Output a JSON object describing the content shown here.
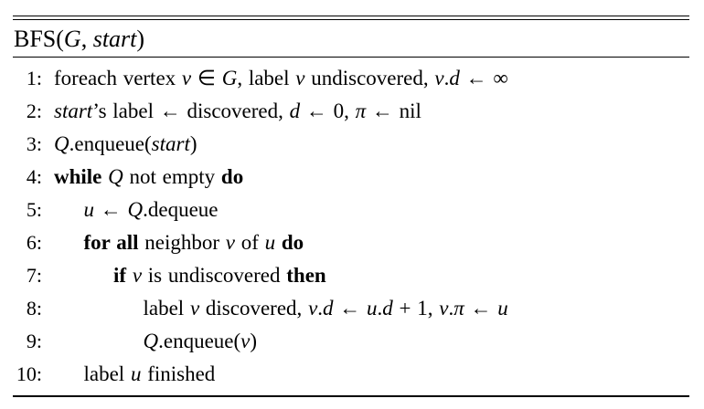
{
  "colors": {
    "background": "#ffffff",
    "text": "#000000",
    "rule": "#000000"
  },
  "algorithm": {
    "name": "BFS",
    "title_segments": [
      {
        "s": "r",
        "t": "BFS("
      },
      {
        "s": "i",
        "t": "G"
      },
      {
        "s": "r",
        "t": ", "
      },
      {
        "s": "i",
        "t": "start"
      },
      {
        "s": "r",
        "t": ")"
      }
    ],
    "lines": [
      {
        "number": "1:",
        "indent": 0,
        "segments": [
          {
            "s": "r",
            "t": "foreach vertex "
          },
          {
            "s": "i",
            "t": "v"
          },
          {
            "s": "r",
            "t": " ∈ "
          },
          {
            "s": "i",
            "t": "G"
          },
          {
            "s": "r",
            "t": ", label "
          },
          {
            "s": "i",
            "t": "v"
          },
          {
            "s": "r",
            "t": " undiscovered, "
          },
          {
            "s": "i",
            "t": "v"
          },
          {
            "s": "r",
            "t": "."
          },
          {
            "s": "i",
            "t": "d"
          },
          {
            "s": "r",
            "t": " ← ∞"
          }
        ]
      },
      {
        "number": "2:",
        "indent": 0,
        "segments": [
          {
            "s": "i",
            "t": "start"
          },
          {
            "s": "r",
            "t": "’s label ← discovered, "
          },
          {
            "s": "i",
            "t": "d"
          },
          {
            "s": "r",
            "t": " ← 0, "
          },
          {
            "s": "i",
            "t": "π"
          },
          {
            "s": "r",
            "t": " ← nil"
          }
        ]
      },
      {
        "number": "3:",
        "indent": 0,
        "segments": [
          {
            "s": "i",
            "t": "Q"
          },
          {
            "s": "r",
            "t": ".enqueue("
          },
          {
            "s": "i",
            "t": "start"
          },
          {
            "s": "r",
            "t": ")"
          }
        ]
      },
      {
        "number": "4:",
        "indent": 0,
        "segments": [
          {
            "s": "b",
            "t": "while "
          },
          {
            "s": "i",
            "t": "Q"
          },
          {
            "s": "r",
            "t": " not empty "
          },
          {
            "s": "b",
            "t": "do"
          }
        ]
      },
      {
        "number": "5:",
        "indent": 1,
        "segments": [
          {
            "s": "i",
            "t": "u"
          },
          {
            "s": "r",
            "t": " ← "
          },
          {
            "s": "i",
            "t": "Q"
          },
          {
            "s": "r",
            "t": ".dequeue"
          }
        ]
      },
      {
        "number": "6:",
        "indent": 1,
        "segments": [
          {
            "s": "b",
            "t": "for all "
          },
          {
            "s": "r",
            "t": "neighbor "
          },
          {
            "s": "i",
            "t": "v"
          },
          {
            "s": "r",
            "t": " of "
          },
          {
            "s": "i",
            "t": "u"
          },
          {
            "s": "r",
            "t": " "
          },
          {
            "s": "b",
            "t": "do"
          }
        ]
      },
      {
        "number": "7:",
        "indent": 2,
        "segments": [
          {
            "s": "b",
            "t": "if "
          },
          {
            "s": "i",
            "t": "v"
          },
          {
            "s": "r",
            "t": " is undiscovered "
          },
          {
            "s": "b",
            "t": "then"
          }
        ]
      },
      {
        "number": "8:",
        "indent": 3,
        "segments": [
          {
            "s": "r",
            "t": "label "
          },
          {
            "s": "i",
            "t": "v"
          },
          {
            "s": "r",
            "t": " discovered, "
          },
          {
            "s": "i",
            "t": "v"
          },
          {
            "s": "r",
            "t": "."
          },
          {
            "s": "i",
            "t": "d"
          },
          {
            "s": "r",
            "t": " ← "
          },
          {
            "s": "i",
            "t": "u"
          },
          {
            "s": "r",
            "t": "."
          },
          {
            "s": "i",
            "t": "d"
          },
          {
            "s": "r",
            "t": " + 1, "
          },
          {
            "s": "i",
            "t": "v"
          },
          {
            "s": "r",
            "t": "."
          },
          {
            "s": "i",
            "t": "π"
          },
          {
            "s": "r",
            "t": " ← "
          },
          {
            "s": "i",
            "t": "u"
          }
        ]
      },
      {
        "number": "9:",
        "indent": 3,
        "segments": [
          {
            "s": "i",
            "t": "Q"
          },
          {
            "s": "r",
            "t": ".enqueue("
          },
          {
            "s": "i",
            "t": "v"
          },
          {
            "s": "r",
            "t": ")"
          }
        ]
      },
      {
        "number": "10:",
        "indent": 1,
        "segments": [
          {
            "s": "r",
            "t": "label "
          },
          {
            "s": "i",
            "t": "u"
          },
          {
            "s": "r",
            "t": " finished"
          }
        ]
      }
    ]
  }
}
